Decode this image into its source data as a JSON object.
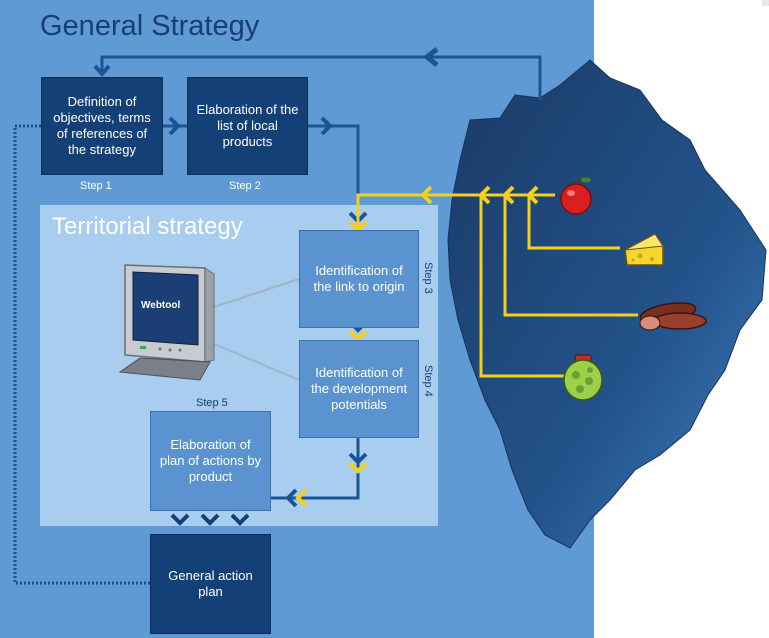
{
  "general_title": "General Strategy",
  "territorial_title": "Territorial strategy",
  "steps": {
    "objectives": {
      "text": "Definition of objectives, terms of references of the strategy",
      "label": "Step 1"
    },
    "products": {
      "text": "Elaboration of the list of local products",
      "label": "Step 2"
    },
    "origin": {
      "text": "Identification of the link to origin",
      "label": "Step 3"
    },
    "potentials": {
      "text": "Identification of the development potentials",
      "label": "Step 4"
    },
    "actions": {
      "text": "Elaboration of plan of actions by product",
      "label": "Step 5"
    }
  },
  "general_plan": "General action plan",
  "webtool": "Webtool",
  "colors": {
    "background": "#5f9ad4",
    "dark_box": "#134177",
    "light_box": "#5b93d0",
    "territorial_panel": "#a9cdee",
    "flow_line": "#1c5596",
    "product_line": "#f5cf1a",
    "map": "#1f4675"
  },
  "icons": [
    "apple-icon",
    "cheese-icon",
    "sausage-icon",
    "jar-icon",
    "computer-icon"
  ]
}
